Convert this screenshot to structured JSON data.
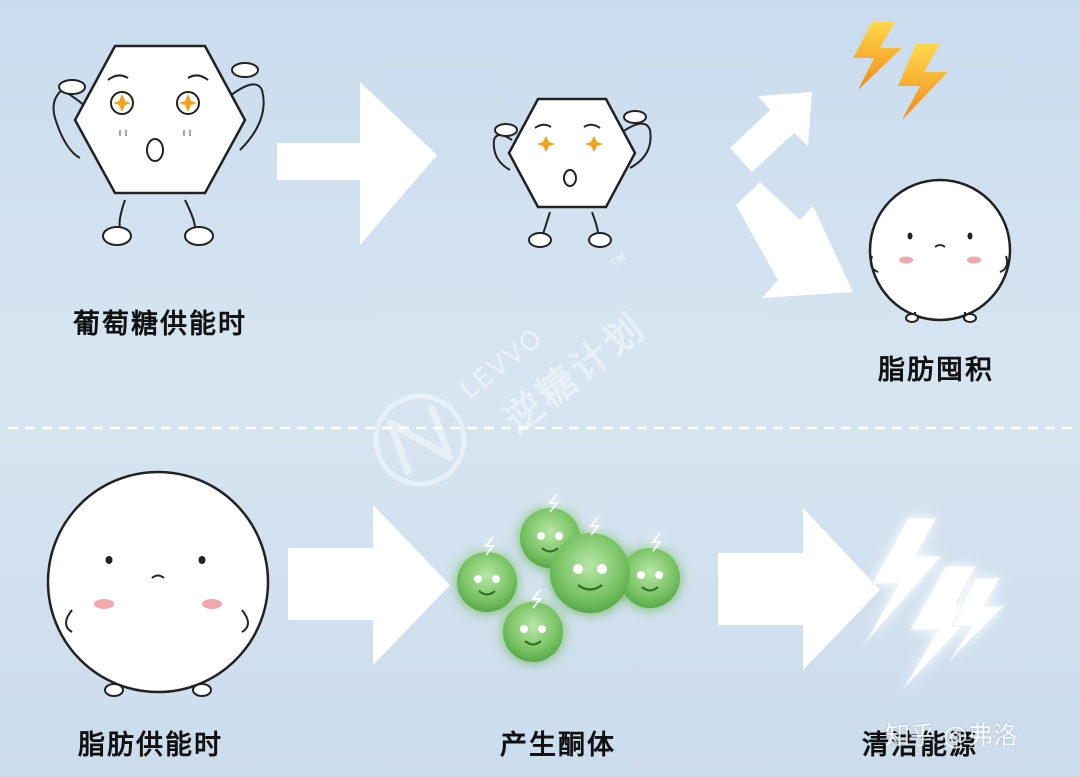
{
  "labels": {
    "glucose_supply": "葡萄糖供能时",
    "fat_accumulation": "脂肪囤积",
    "fat_supply": "脂肪供能时",
    "ketone_production": "产生酮体",
    "clean_energy": "清洁能源"
  },
  "watermark": {
    "brand_en": "LEVVO",
    "brand_cn": "逆糖计划",
    "trademark": "TM",
    "credit": "知乎 @弗洛"
  },
  "colors": {
    "background": "#cfe0ee",
    "divider": "#ffffff",
    "arrow": "#ffffff",
    "bolt_gold": "#f5a623",
    "ketone_green": "#7cc36b"
  }
}
